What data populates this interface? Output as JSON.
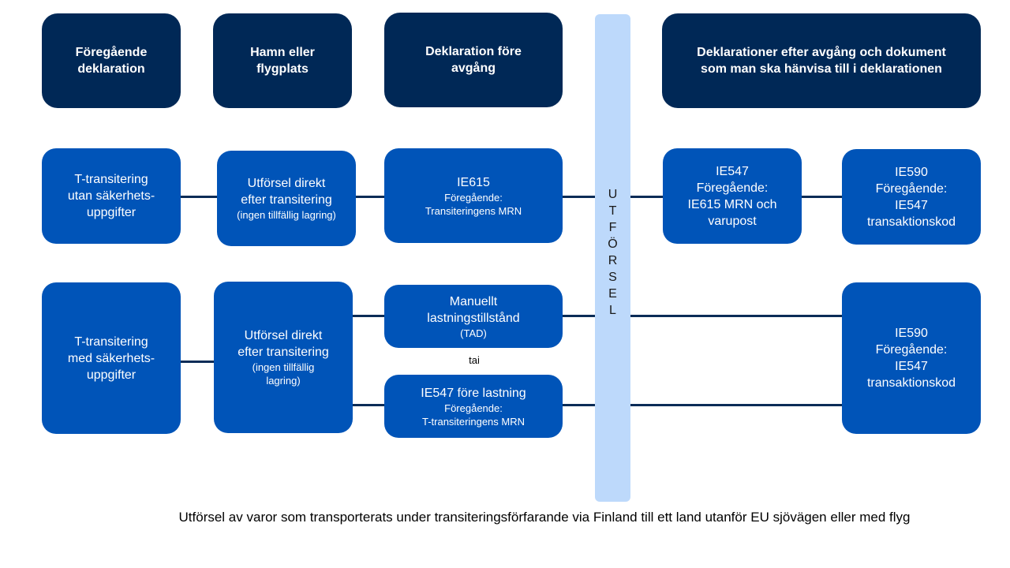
{
  "headers": [
    {
      "line1": "Föregående",
      "line2": "deklaration"
    },
    {
      "line1": "Hamn eller",
      "line2": "flygplats"
    },
    {
      "line1": "Deklaration före",
      "line2": "avgång"
    },
    {
      "line1": "Deklarationer efter avgång och dokument",
      "line2": "som man ska hänvisa till i deklarationen"
    }
  ],
  "row1": {
    "start": {
      "lines": [
        "T-transitering",
        "utan säkerhets-",
        "uppgifter"
      ]
    },
    "port": {
      "lines": [
        "Utförsel direkt",
        "efter transitering"
      ],
      "sub": "(ingen tillfällig lagring)"
    },
    "decl": {
      "title": "IE615",
      "sub1": "Föregående:",
      "sub2": "Transiteringens MRN"
    },
    "after1": {
      "lines": [
        "IE547",
        "Föregående:",
        "IE615 MRN och",
        "varupost"
      ]
    },
    "after2": {
      "lines": [
        "IE590",
        "Föregående:",
        "IE547",
        "transaktionskod"
      ]
    }
  },
  "row2": {
    "start": {
      "lines": [
        "T-transitering",
        "med säkerhets-",
        "uppgifter"
      ]
    },
    "port": {
      "lines": [
        "Utförsel direkt",
        "efter transitering"
      ],
      "sub1": "(ingen tillfällig",
      "sub2": "lagring)"
    },
    "decl_a": {
      "title1": "Manuellt",
      "title2": "lastningstillstånd",
      "sub": "(TAD)"
    },
    "or_text": "tai",
    "decl_b": {
      "title": "IE547 före lastning",
      "sub1": "Föregående:",
      "sub2": "T-transiteringens MRN"
    },
    "after": {
      "lines": [
        "IE590",
        "Föregående:",
        "IE547",
        "transaktionskod"
      ]
    }
  },
  "exit_column": {
    "letters": [
      "U",
      "T",
      "F",
      "Ö",
      "R",
      "S",
      "E",
      "L"
    ]
  },
  "caption": "Utförsel av varor som transporterats under transiteringsförfarande via Finland till ett land utanför EU sjövägen eller med flyg",
  "colors": {
    "header": "#002856",
    "node": "#0054b8",
    "exit_column": "#bdd9fb",
    "connector": "#0b2c57"
  }
}
